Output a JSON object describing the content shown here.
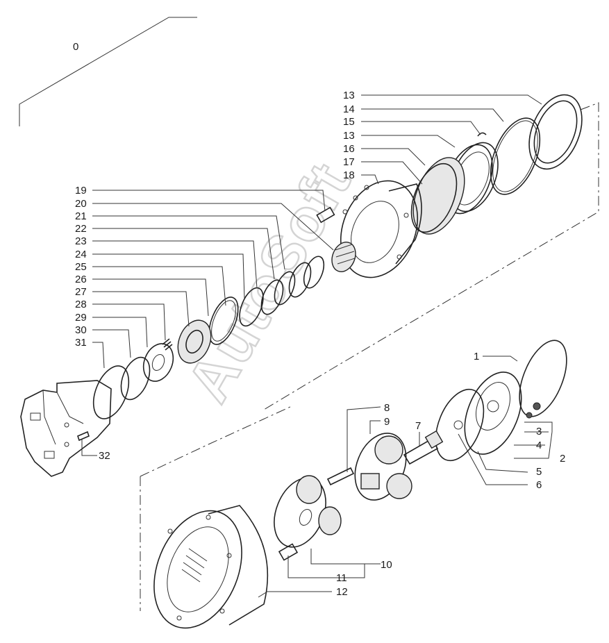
{
  "watermark": "AutoSoft",
  "callouts": [
    "0",
    "1",
    "2",
    "3",
    "4",
    "5",
    "6",
    "7",
    "8",
    "9",
    "10",
    "11",
    "12",
    "13",
    "14",
    "15",
    "13",
    "16",
    "17",
    "18",
    "19",
    "20",
    "21",
    "22",
    "23",
    "24",
    "25",
    "26",
    "27",
    "28",
    "29",
    "30",
    "31",
    "32"
  ]
}
